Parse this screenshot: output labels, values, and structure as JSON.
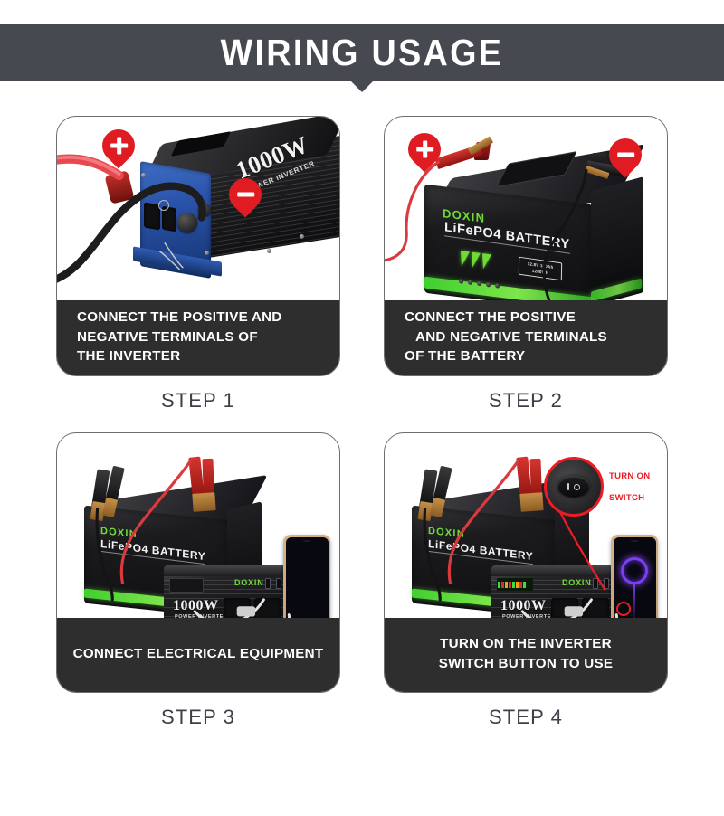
{
  "header": {
    "title": "WIRING USAGE",
    "bar_color": "#474950",
    "text_color": "#ffffff"
  },
  "theme": {
    "page_background": "#ffffff",
    "card_border": "#6e6e6e",
    "caption_background": "#2e2e2e",
    "caption_text": "#ffffff",
    "step_text": "#3e4049",
    "accent_red": "#e11b22",
    "callout_red": "#ec1c24",
    "battery_green": "#6fdc36",
    "inverter_blue": "#2851a8"
  },
  "badges": {
    "positive": "+",
    "negative": "-"
  },
  "cards": [
    {
      "step": "STEP 1",
      "caption_lines": [
        "CONNECT THE POSITIVE AND",
        "NEGATIVE TERMINALS OF",
        "THE INVERTER"
      ],
      "caption_align": "left",
      "photo": "inverter-with-terminals",
      "badges": [
        "+",
        "-"
      ],
      "product_text": {
        "power": "1000W",
        "subtitle": "POWER INVERTER"
      }
    },
    {
      "step": "STEP 2",
      "caption_lines": [
        "CONNECT THE POSITIVE",
        "AND NEGATIVE TERMINALS",
        "OF THE BATTERY"
      ],
      "caption_align": "left",
      "photo": "battery-with-clamps",
      "badges": [
        "+",
        "-"
      ],
      "product_text": {
        "brand": "DOXIN",
        "model": "LiFePO4 BATTERY",
        "spec_line1": "12.8V 100Ah",
        "spec_line2": "1280Wh"
      }
    },
    {
      "step": "STEP 3",
      "caption_lines": [
        "CONNECT ELECTRICAL EQUIPMENT"
      ],
      "caption_align": "center",
      "photo": "battery-inverter-phone",
      "badges": [],
      "product_text": {
        "brand": "DOXIN",
        "model": "LiFePO4 BATTERY",
        "power": "1000W",
        "subtitle": "POWER INVERTER"
      }
    },
    {
      "step": "STEP 4",
      "caption_lines": [
        "TURN ON THE INVERTER",
        "SWITCH BUTTON TO USE"
      ],
      "caption_align": "center",
      "photo": "battery-inverter-phone-switch-callout",
      "badges": [],
      "callout": {
        "line1": "TURN ON",
        "line2": "SWITCH"
      },
      "product_text": {
        "brand": "DOXIN",
        "model": "LiFePO4 BATTERY",
        "power": "1000W",
        "subtitle": "POWER INVERTER"
      }
    }
  ]
}
